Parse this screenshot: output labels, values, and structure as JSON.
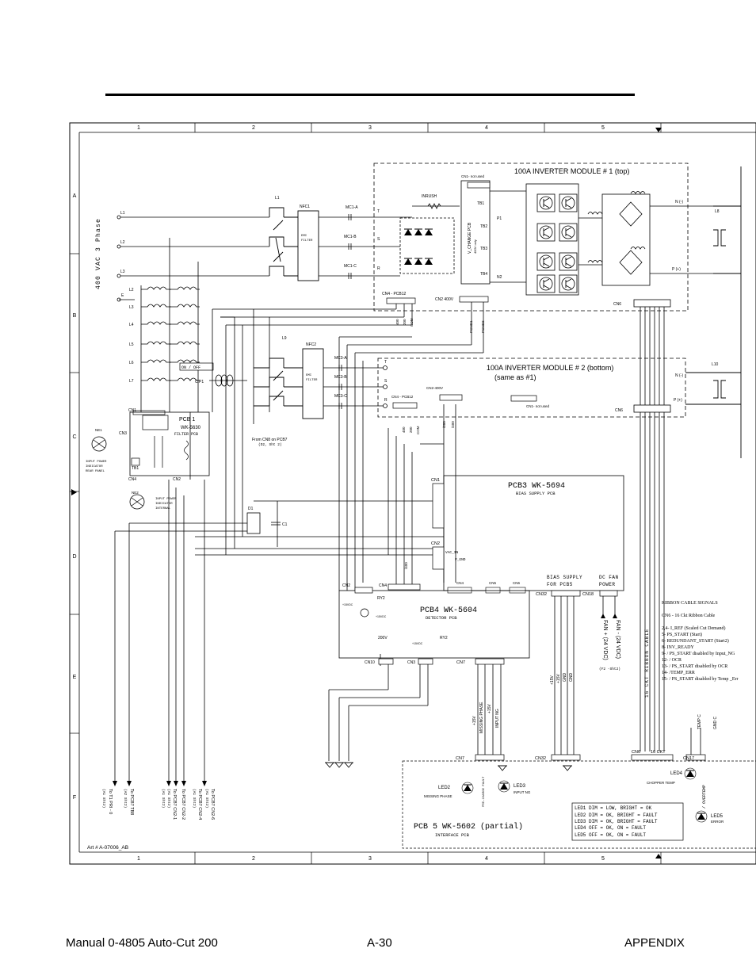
{
  "grid": {
    "columns": [
      "1",
      "2",
      "3",
      "4",
      "5"
    ],
    "rows": [
      "A",
      "B",
      "C",
      "D",
      "E",
      "F"
    ]
  },
  "input": {
    "label": "400 VAC 3 Phase",
    "lines": [
      "L1",
      "L2",
      "L3"
    ],
    "ground": "E",
    "filter_inductors": [
      "L2",
      "L3",
      "L4",
      "L5",
      "L6",
      "L7"
    ]
  },
  "filters": {
    "l1": "L1",
    "nfc1": "NFC1",
    "nfc1_text": [
      "EMI",
      "FILTER"
    ],
    "mc1": [
      "MC1-A",
      "MC1-B",
      "MC1-C"
    ],
    "l9": "L9",
    "nfc2": "NFC2",
    "nfc2_text": [
      "EMI",
      "FILTER"
    ],
    "mc3": [
      "MC3-A",
      "MC3-B",
      "MC3-C"
    ],
    "rst": [
      "T",
      "S",
      "R"
    ]
  },
  "module1": {
    "title": "100A INVERTER MODULE  # 1 (top)",
    "inrush": "INRUSH",
    "cn1_not_used": "CN1- not used",
    "tb": [
      "TB1",
      "TB2",
      "TB3",
      "TB4"
    ],
    "v_change": "V_CHANGE PCB",
    "v_only": "400V only",
    "p1": "P1",
    "n2": "N2",
    "cn4": "CN4 - PCB12",
    "cn4_pins": [
      "400",
      "200",
      "COM"
    ],
    "cn2": "CN2  400V",
    "cn2_pins": [
      "PGND1",
      "PGND2"
    ],
    "n_minus": "N (-)",
    "p_plus": "P (+)",
    "cn6": "CN6",
    "l8": "L8"
  },
  "module2": {
    "title_line1": "100A INVERTER MODULE  # 2 (bottom)",
    "title_line2": "(same as #1)",
    "cn2": "CN2-400V",
    "cn4": "CN4 - PCB12",
    "cn4_pins": [
      "400",
      "200",
      "COM"
    ],
    "cn2_pins": [
      "/200",
      "/400"
    ],
    "cn1_not_used": "CN1- not used",
    "n_minus": "N (-)",
    "p_plus": "P (+)",
    "cn6": "CN6",
    "l10": "L10"
  },
  "pcb1": {
    "title": "PCB 1",
    "part": "WK-5630",
    "sub": "FILTER PCB",
    "cn1": "CN1",
    "cn3": "CN3",
    "cn4": "CN4",
    "cn2": "CN2",
    "tb1": "TB1",
    "cp1": "C.P1",
    "on_off": "ON / OFF",
    "ne1": "NE1",
    "ne1_text": [
      "INPUT POWER",
      "INDICATOR",
      "REAR PANEL"
    ],
    "ne2": "NE2",
    "ne2_text": [
      "INPUT POWER",
      "INDICATOR",
      "INTERNAL"
    ],
    "from_cn8": "From CN8 on PCB7",
    "from_cn8_sub": "(D2, Sht 2)",
    "d1": "D1",
    "c1": "C1"
  },
  "pcb3": {
    "title": "PCB3  WK-5694",
    "sub": "BIAS SUPPLY PCB",
    "cn1": "CN1",
    "cn2": "CN2",
    "vac_in": "VAC_IN",
    "p_gnd": "P_GND",
    "cn2_pin": "/400",
    "bias_supply": "BIAS SUPPLY",
    "for_pcb5": "FOR PCB5",
    "dc_fan": "DC FAN",
    "power": "POWER",
    "cn4": "CN4",
    "cn5": "CN5",
    "cn6": "CN6",
    "cn32": "CN32",
    "cn18": "CN18",
    "fan_plus": "FAN + (24 VDC)",
    "fan_minus": "FAN - (24 VDC)",
    "fan_ref": "(F2 -Sht2)"
  },
  "pcb4": {
    "title": "PCB4  WK-5604",
    "sub": "DETECTOR PCB",
    "cn2": "CN2",
    "cn4": "CN4",
    "ry2": "RY2",
    "ry2b": "RY2",
    "v200": "200V",
    "cn10": "CN10",
    "cn3": "CN3",
    "cn7": "CN7",
    "p15": "+15VDC",
    "cn7_lines": [
      "+15V",
      "MISSING PHASE",
      "+15V",
      "INPUT NG"
    ],
    "cn32_lines": [
      "+15V",
      "+15V",
      "GND",
      "GND"
    ]
  },
  "pcb5": {
    "title": "PCB 5  WK-5602  (partial)",
    "sub": "INTERFACE PCB",
    "cn7": "CN7",
    "cn32": "CN32",
    "cn6": "CN6",
    "cn6_label": "16 CKT",
    "cn17": "CN17",
    "led2": "LED2",
    "led2_sub": "MISSING PHASE",
    "led3": "LED3",
    "led3_sub": "INPUT NG",
    "led4": "LED4",
    "led4_sub": "CHOPPER TEMP",
    "led5": "LED5",
    "led5_sub": "ERROR",
    "temp_c": "TEMP C",
    "gnd_c": "GND C",
    "overtemp": "/ OVERTEMP",
    "pre": "PRE-CHARGE FAULT",
    "led_table": [
      "LED1    DIM = LOW, BRIGHT = OK",
      "LED2    DIM = OK, BRIGHT = FAULT",
      "LED3    DIM = OK, BRIGHT = FAULT",
      "LED4    OFF = OK, ON = FAULT",
      "LED5    OFF = OK, ON = FAULT"
    ]
  },
  "ribbon": {
    "cable": "16 CKT RIBBON CABLE",
    "title": "RIBBON CABLE SIGNALS",
    "lines": [
      "CN6 - 16 Ckt Ribbon Cable",
      "2,4- I_REF (Scaled Cut Demand)",
      "5-  PS_START (Start)",
      "6-  REDUNDANT_START (Start2)",
      "8-  INV_READY",
      "9-  / PS_START disabled by Input_NG",
      "12- / OCR",
      "13- / PS_START disabled by OCR",
      "14- /TEMP_ERR",
      "15- / PS_START disabled by Temp _Err"
    ]
  },
  "bottom_refs": [
    {
      "a": "To T1 PRI - 0",
      "b": "(A1 Sht2)"
    },
    {
      "a": "To PCB7 TB8",
      "b": "(A2 Sht2)"
    },
    {
      "a": "To PCB7 CN2-1",
      "b": "(A1 Sht2)"
    },
    {
      "a": "To PCB7 CN2-2",
      "b": "(A1 Sht2)"
    },
    {
      "a": "To PCB7 CN2-4",
      "b": "(A1 Sht2)"
    },
    {
      "a": "To PCB7 CN2-6",
      "b": "(A1 Sht2)"
    }
  ],
  "art": "Art # A-07006_AB",
  "footer": {
    "manual": "Manual   0-4805 Auto-Cut 200",
    "page": "A-30",
    "section": "APPENDIX"
  }
}
